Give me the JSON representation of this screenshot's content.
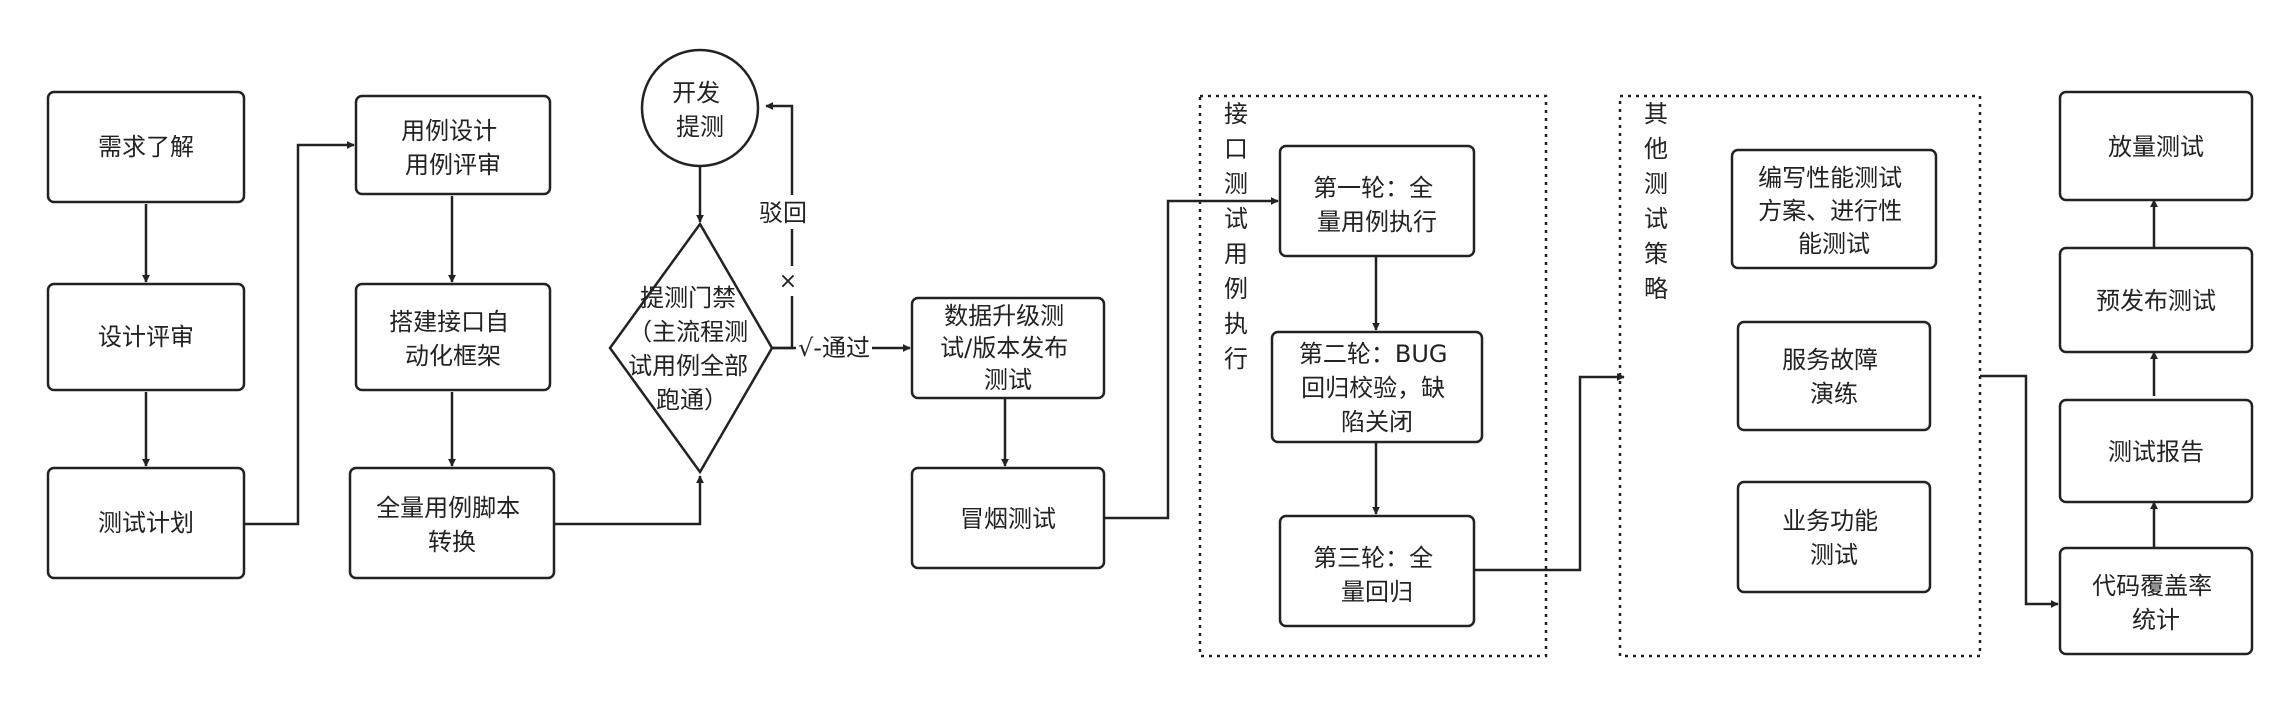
{
  "nodes": {
    "req": {
      "label": [
        "需求了解"
      ]
    },
    "design_review": {
      "label": [
        "设计评审"
      ]
    },
    "test_plan": {
      "label": [
        "测试计划"
      ]
    },
    "case_design": {
      "label": [
        "用例设计",
        "用例评审"
      ]
    },
    "framework": {
      "label": [
        "搭建接口自",
        "动化框架"
      ]
    },
    "script_convert": {
      "label": [
        "全量用例脚本",
        "转换"
      ]
    },
    "dev_submit": {
      "label": [
        "开发",
        "提测"
      ]
    },
    "gate": {
      "label": [
        "提测门禁",
        "（主流程测",
        "试用例全部",
        "跑通）"
      ]
    },
    "upgrade_test": {
      "label": [
        "数据升级测",
        "试/版本发布",
        "测试"
      ]
    },
    "smoke": {
      "label": [
        "冒烟测试"
      ]
    },
    "round1": {
      "label": [
        "第一轮：全",
        "量用例执行"
      ]
    },
    "round2": {
      "label": [
        "第二轮：BUG",
        "回归校验，缺",
        "陷关闭"
      ]
    },
    "round3": {
      "label": [
        "第三轮：全",
        "量回归"
      ]
    },
    "perf": {
      "label": [
        "编写性能测试",
        "方案、进行性",
        "能测试"
      ]
    },
    "fault": {
      "label": [
        "服务故障",
        "演练"
      ]
    },
    "biz": {
      "label": [
        "业务功能",
        "测试"
      ]
    },
    "coverage": {
      "label": [
        "代码覆盖率",
        "统计"
      ]
    },
    "report": {
      "label": [
        "测试报告"
      ]
    },
    "prerelease": {
      "label": [
        "预发布测试"
      ]
    },
    "release": {
      "label": [
        "放量测试"
      ]
    }
  },
  "groups": {
    "api": {
      "title": [
        "接",
        "口",
        "测",
        "试",
        "用",
        "例",
        "执",
        "行"
      ]
    },
    "other": {
      "title": [
        "其",
        "他",
        "测",
        "试",
        "策",
        "略"
      ]
    }
  },
  "edges": {
    "reject": {
      "label": "驳回",
      "mark": "×"
    },
    "pass": {
      "label": "√-通过"
    }
  }
}
